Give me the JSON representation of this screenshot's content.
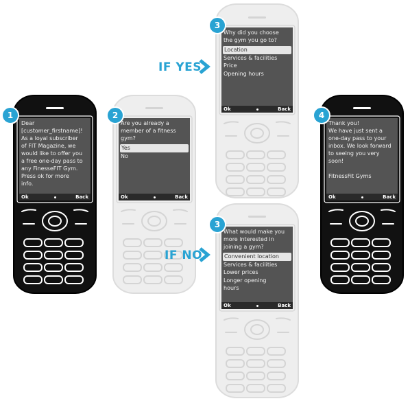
{
  "colors": {
    "accent": "#29a3d3",
    "screen": "#545454",
    "dark_phone": "#111111",
    "light_phone": "#eeeeee"
  },
  "softkeys": {
    "ok": "Ok",
    "back": "Back"
  },
  "phones": [
    {
      "step": "1",
      "message": "Dear\n[customer_firstname]!\nAs a loyal subscriber\nof FIT Magazine, we\nwould like to offer you\na free one-day pass to\nany FinesseFIT Gym.\nPress ok for more\ninfo."
    },
    {
      "step": "2",
      "message": "Are you already a\nmember of a fitness\ngym?",
      "options": [
        "Yes",
        "No"
      ]
    },
    {
      "step": "3",
      "branch": "IF YES",
      "message": "Why did you choose\nthe gym you go to?",
      "options": [
        "Location",
        "Services & facilities",
        "Price",
        "Opening hours"
      ]
    },
    {
      "step": "3",
      "branch": "IF NO",
      "message": "What would make you\nmore interested in\njoining a gym?",
      "options": [
        "Convenient location",
        "Services & facilities",
        "Lower prices",
        "Longer opening",
        "hours"
      ]
    },
    {
      "step": "4",
      "message": "Thank you!\nWe have just sent a\none-day pass to your\ninbox. We look forward\nto seeing you very\nsoon!\n\nFitnessFit Gyms"
    }
  ]
}
